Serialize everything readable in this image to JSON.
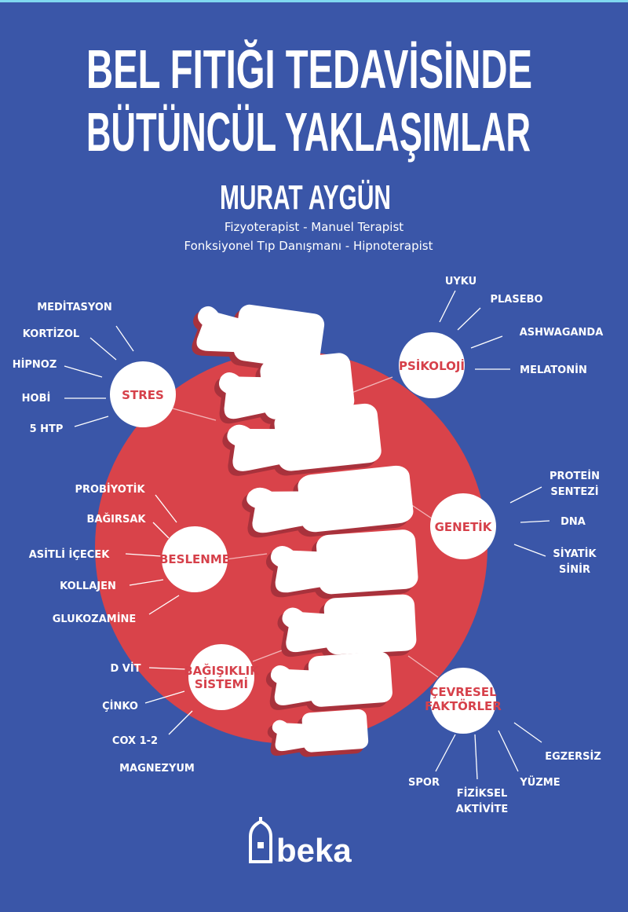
{
  "colors": {
    "background": "#3a56a8",
    "accent_circle": "#d9434a",
    "node_text": "#d6404a",
    "top_border": "#7fd8f0"
  },
  "title": {
    "line1": "BEL FITIĞI TEDAVİSİNDE",
    "line2": "BÜTÜNCÜL YAKLAŞIMLAR"
  },
  "author": {
    "name": "MURAT AYGÜN",
    "role1": "Fizyoterapist - Manuel Terapist",
    "role2": "Fonksiyonel Tıp Danışmanı - Hipnoterapist"
  },
  "nodes": {
    "stres": {
      "label": "STRES",
      "items": [
        "MEDİTASYON",
        "KORTİZOL",
        "HİPNOZ",
        "HOBİ",
        "5 HTP"
      ]
    },
    "psikoloji": {
      "label": "PSİKOLOJİ",
      "items": [
        "UYKU",
        "PLASEBO",
        "ASHWAGANDA",
        "MELATONİN"
      ]
    },
    "beslenme": {
      "label": "BESLENME",
      "items": [
        "PROBİYOTİK",
        "BAĞIRSAK",
        "ASİTLİ İÇECEK",
        "KOLLAJEN",
        "GLUKOZAMİNE"
      ]
    },
    "genetik": {
      "label": "GENETİK",
      "items": [
        "PROTEİN",
        "SENTEZİ",
        "DNA",
        "SİYATİK",
        "SİNİR"
      ]
    },
    "bagisiklik": {
      "label1": "BAĞIŞIKLIK",
      "label2": "SİSTEMİ",
      "items": [
        "D VİT",
        "ÇİNKO",
        "COX 1-2",
        "MAGNEZYUM"
      ]
    },
    "cevresel": {
      "label1": "ÇEVRESEL",
      "label2": "FAKTÖRLER",
      "items": [
        "EGZERSİZ",
        "YÜZME",
        "FİZİKSEL",
        "AKTİVİTE",
        "SPOR"
      ]
    }
  },
  "publisher": {
    "name": "beka"
  }
}
